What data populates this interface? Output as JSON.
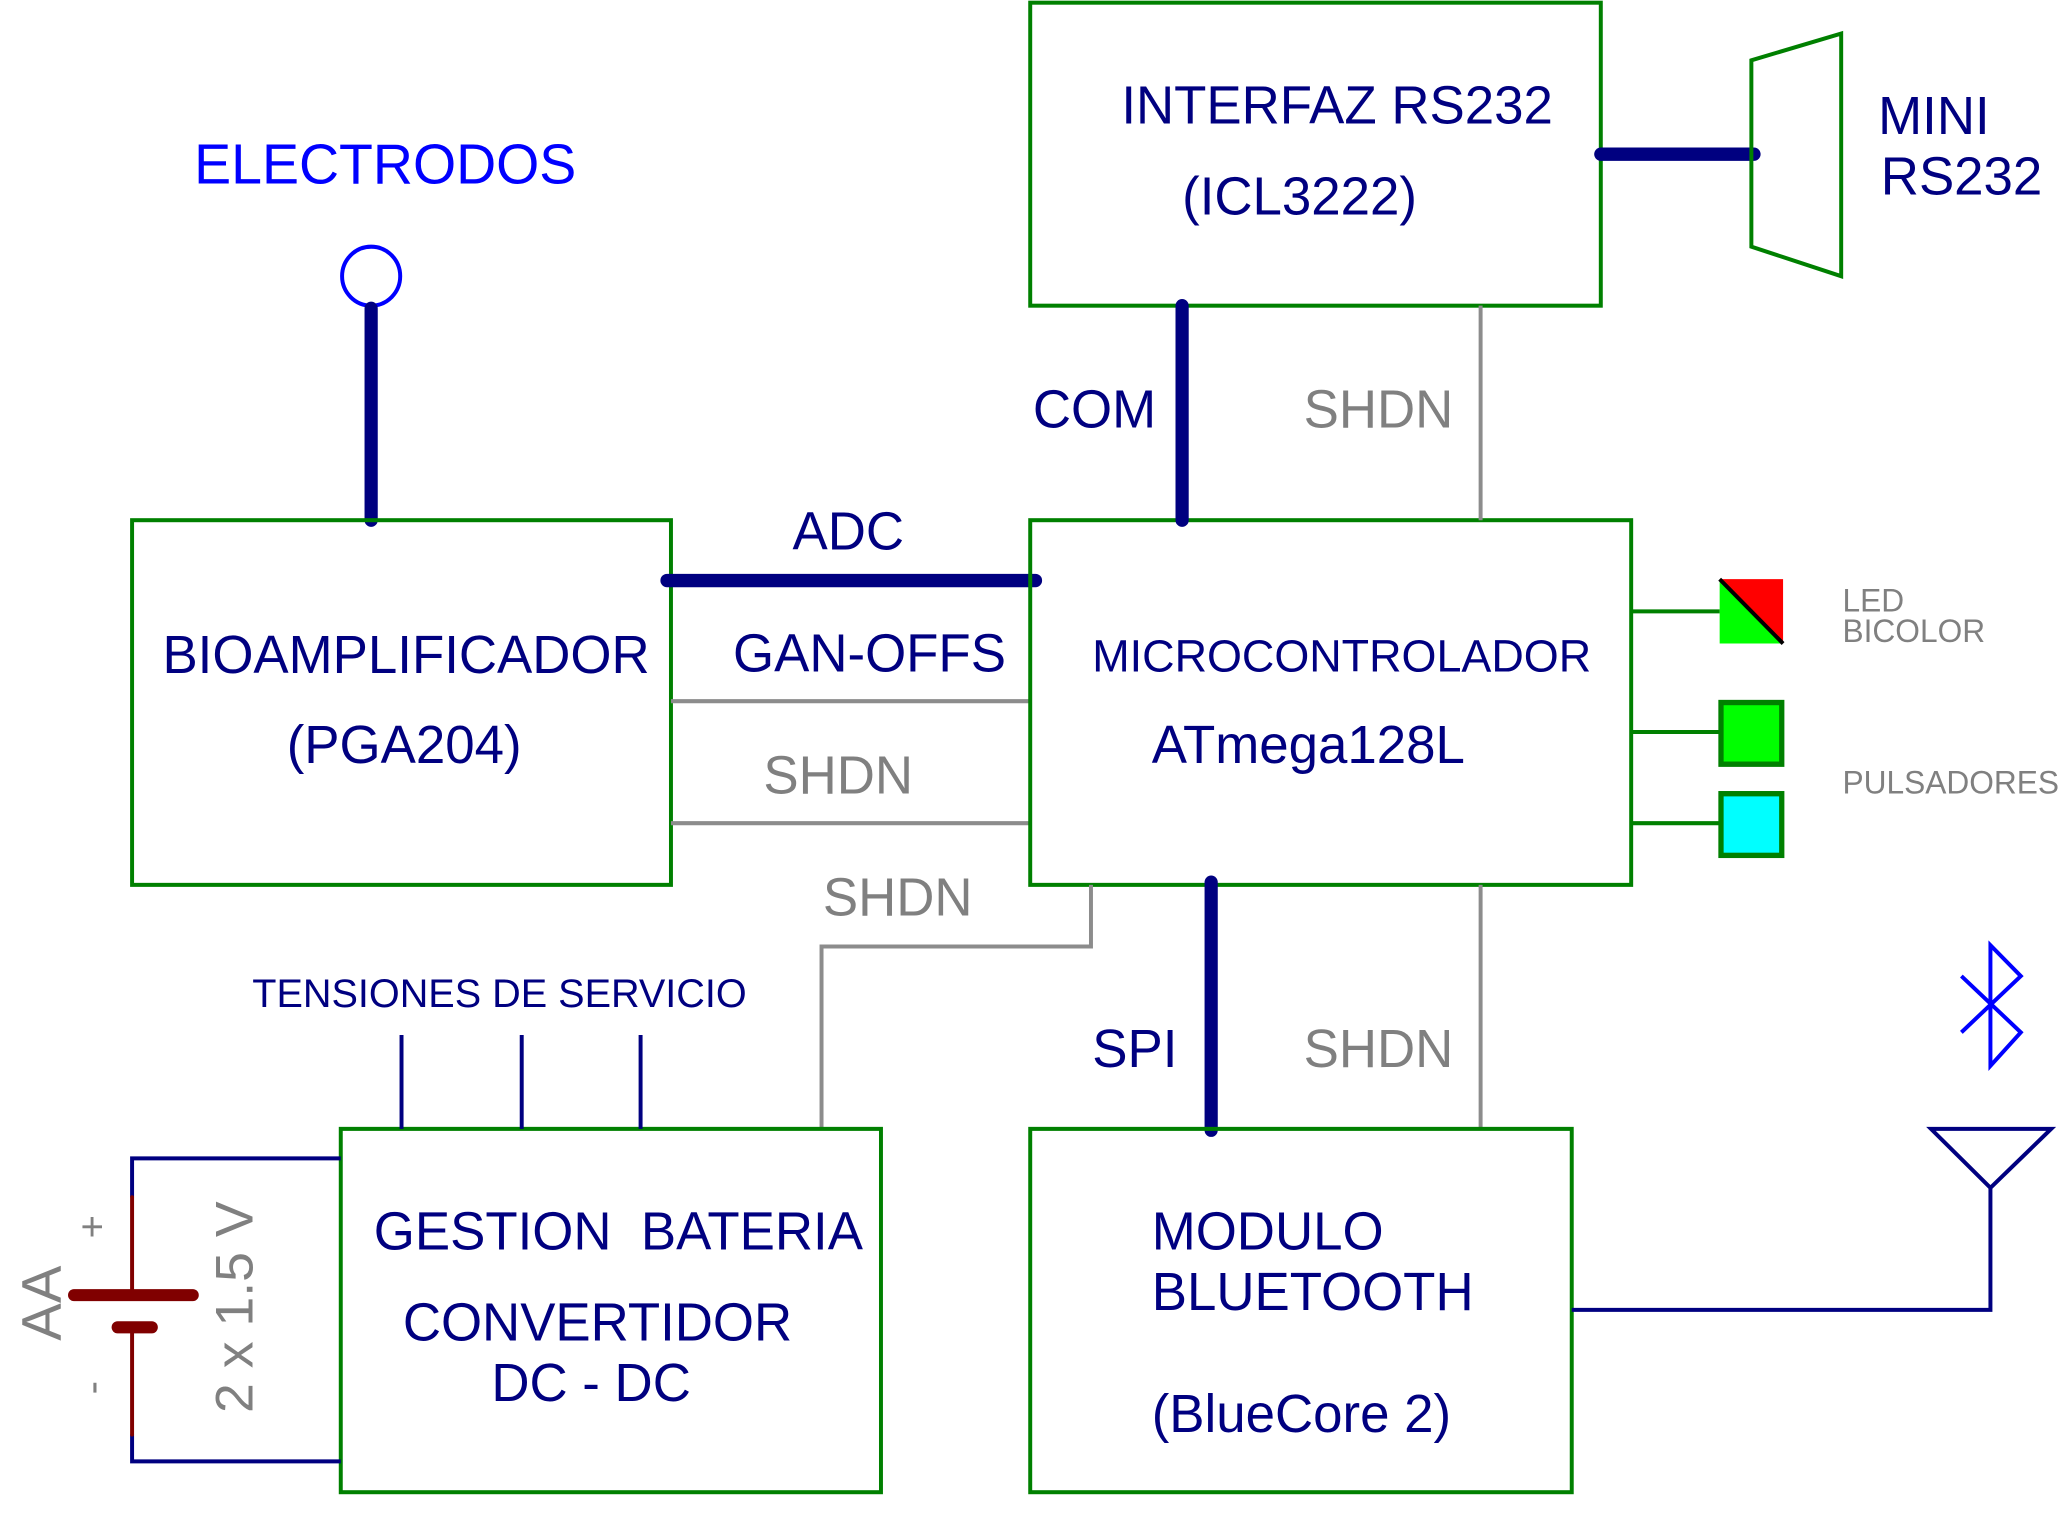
{
  "electrodes": {
    "label": "ELECTRODOS"
  },
  "bioamp": {
    "title": "BIOAMPLIFICADOR",
    "part": "(PGA204)"
  },
  "mcu": {
    "title": "MICROCONTROLADOR",
    "part": "ATmega128L"
  },
  "rs232": {
    "title": "INTERFAZ RS232",
    "part": "(ICL3222)"
  },
  "connector": {
    "line1": "MINI",
    "line2": "RS232"
  },
  "bluetooth": {
    "line1": "MODULO",
    "line2": "BLUETOOTH",
    "part": "(BlueCore 2)"
  },
  "battery_mgmt": {
    "line1": "GESTION  BATERIA",
    "line2": "CONVERTIDOR",
    "line3": "DC - DC"
  },
  "supply": {
    "label": "TENSIONES DE SERVICIO"
  },
  "battery": {
    "type": "AA",
    "spec": "2 x 1.5 V",
    "plus": "+",
    "minus": "-"
  },
  "signals": {
    "adc": "ADC",
    "gain_offset": "GAN-OFFS",
    "shdn_bioamp": "SHDN",
    "shdn_power": "SHDN",
    "com": "COM",
    "shdn_rs232": "SHDN",
    "spi": "SPI",
    "shdn_bt": "SHDN"
  },
  "indicators": {
    "led_label_1": "LED",
    "led_label_2": "BICOLOR",
    "buttons_label": "PULSADORES"
  },
  "colors": {
    "text": "#000080",
    "box": "#008000",
    "signal": "#808080",
    "electrodes": "#0000ff",
    "led_red": "#ff0000",
    "led_green": "#00ff00",
    "button_cyan": "#00ffff",
    "battery": "#800000"
  }
}
